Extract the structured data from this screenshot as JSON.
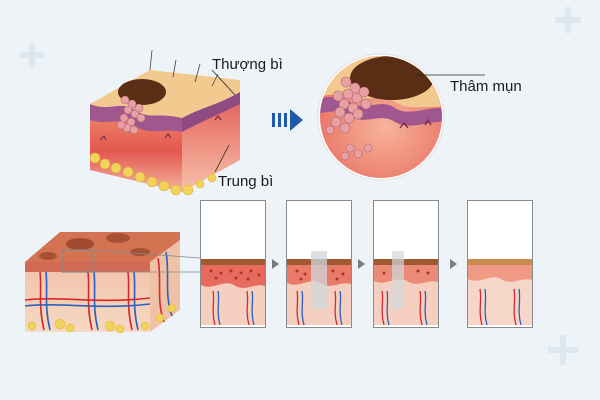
{
  "labels": {
    "epidermis": "Thượng bì",
    "dermis": "Trung bì",
    "acne_scar": "Thâm mụn"
  },
  "icons": {
    "process_arrow": "right-arrow-icon",
    "step_arrow": "triangle-right-icon"
  },
  "colors": {
    "background": "#eef3f7",
    "skin_surface": "#f2c98e",
    "epidermis_purple": "#a0578f",
    "dermis_red": "#e3574f",
    "fat_yellow": "#f2d35a",
    "pigment_brown": "#5a2e14",
    "arrow_blue": "#1f5aa8"
  }
}
